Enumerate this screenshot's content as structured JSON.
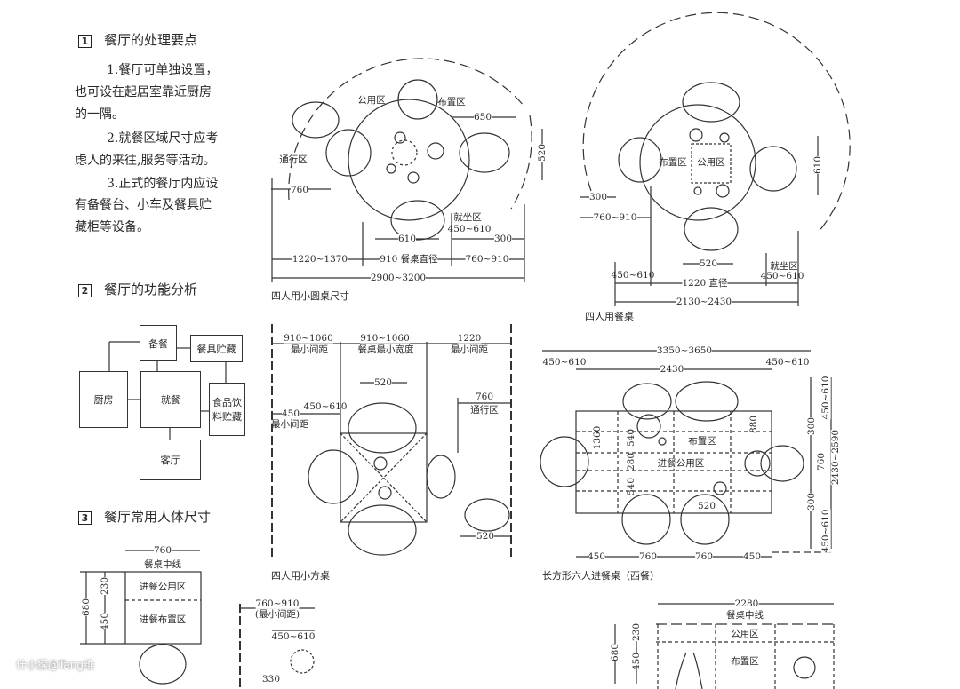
{
  "section1": {
    "number": "1",
    "title": "餐厅的处理要点",
    "lines": [
      "1.餐厅可单独设置，",
      "也可设在起居室靠近厨房",
      "的一隅。",
      "2.就餐区域尺寸应考",
      "虑人的来往,服务等活动。",
      "3.正式的餐厅内应设",
      "有备餐台、小车及餐具贮",
      "藏柜等设备。"
    ]
  },
  "section2": {
    "number": "2",
    "title": "餐厅的功能分析",
    "boxes": {
      "prep": "备餐",
      "tableware": "餐具贮藏",
      "kitchen": "厨房",
      "dining": "就餐",
      "food": "食品饮料贮藏",
      "living": "客厅"
    }
  },
  "section3": {
    "number": "3",
    "title": "餐厅常用人体尺寸"
  },
  "fig_round_small": {
    "caption": "四人用小圆桌尺寸",
    "labels": {
      "public": "公用区",
      "setting": "布置区",
      "passage": "通行区",
      "d650": "650",
      "d520": "520",
      "d760": "760",
      "d610": "610",
      "seat": "就坐区",
      "seat_range": "450~610",
      "d300": "300",
      "d1220": "1220~1370",
      "d910": "910 餐桌直径",
      "d760_910": "760~910",
      "total": "2900~3200"
    }
  },
  "fig_round": {
    "caption": "四人用餐桌",
    "labels": {
      "setting": "布置区",
      "public": "公用区",
      "d610": "610",
      "d300": "300",
      "d760_910": "760~910",
      "d520": "520",
      "seat": "就坐区",
      "left_range": "450~610",
      "diameter": "1220 直径",
      "right_range": "450~610",
      "total": "2130~2430"
    }
  },
  "fig_square": {
    "caption": "四人用小方桌",
    "labels": {
      "a": "910~1060",
      "a_sub": "最小间距",
      "b": "910~1060",
      "b_sub": "餐桌最小宽度",
      "c": "1220",
      "c_sub": "最小间距",
      "d520": "520",
      "d450_610": "450~610",
      "d450": "450",
      "d450_sub": "最小间距",
      "d760": "760",
      "d760_sub": "通行区",
      "d520b": "520"
    }
  },
  "fig_rect": {
    "caption": "长方形六人进餐桌（西餐）",
    "labels": {
      "total": "3350~3650",
      "left": "450~610",
      "mid": "2430",
      "right": "450~610",
      "setting": "布置区",
      "public": "进餐公用区",
      "d1360": "1360",
      "d540a": "540",
      "d280": "280",
      "d540b": "540",
      "d880": "880",
      "d520": "520",
      "r1": "450~610",
      "r2": "300",
      "r3": "760",
      "r4": "300",
      "r5": "450~610",
      "rtotal": "2430~2590",
      "b1": "450",
      "b2": "760",
      "b3": "760",
      "b4": "450"
    }
  },
  "fig_person": {
    "labels": {
      "width": "760",
      "centerline": "餐桌中线",
      "public": "进餐公用区",
      "setting": "进餐布置区",
      "d680": "680",
      "d230": "230",
      "d450": "450"
    }
  },
  "fig_side": {
    "labels": {
      "a": "760~910",
      "a_sub": "(最小间距)",
      "b": "450~610",
      "c": "330"
    }
  },
  "fig_long": {
    "labels": {
      "width": "2280",
      "centerline": "餐桌中线",
      "public": "公用区",
      "setting": "布置区",
      "d680": "680",
      "d230": "230",
      "d450": "450"
    }
  },
  "watermark": "什小猴@Tang维"
}
